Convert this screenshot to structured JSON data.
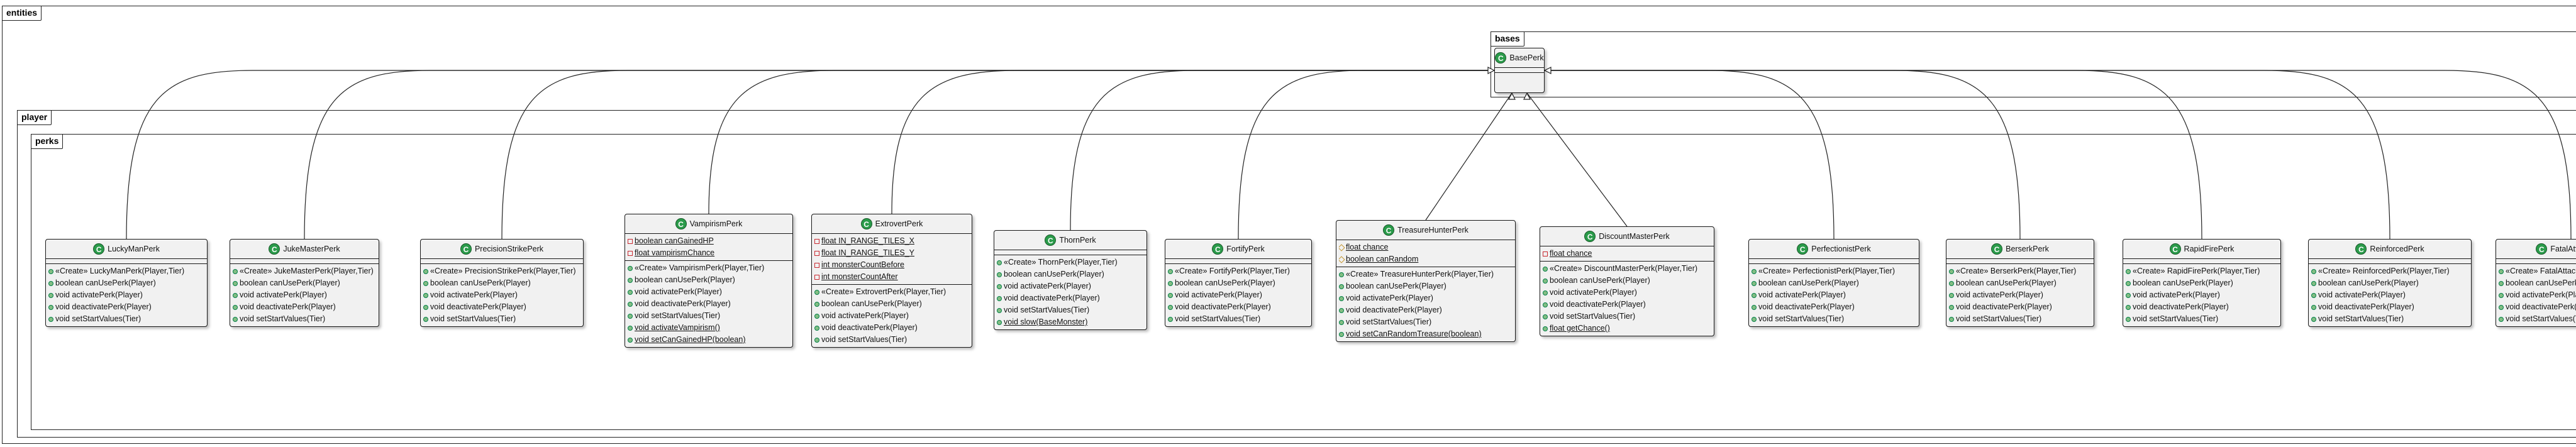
{
  "packages": {
    "entities": "entities",
    "bases": "bases",
    "player": "player",
    "perks": "perks"
  },
  "base_class": {
    "name": "BasePerk",
    "icon": "C"
  },
  "classes": [
    {
      "name": "LuckyManPerk",
      "icon": "C",
      "fields": [],
      "methods": [
        {
          "vis": "public",
          "text": "«Create» LuckyManPerk(Player,Tier)",
          "static": false
        },
        {
          "vis": "public",
          "text": "boolean canUsePerk(Player)",
          "static": false
        },
        {
          "vis": "public",
          "text": "void activatePerk(Player)",
          "static": false
        },
        {
          "vis": "public",
          "text": "void deactivatePerk(Player)",
          "static": false
        },
        {
          "vis": "public",
          "text": "void setStartValues(Tier)",
          "static": false
        }
      ]
    },
    {
      "name": "JukeMasterPerk",
      "icon": "C",
      "fields": [],
      "methods": [
        {
          "vis": "public",
          "text": "«Create» JukeMasterPerk(Player,Tier)",
          "static": false
        },
        {
          "vis": "public",
          "text": "boolean canUsePerk(Player)",
          "static": false
        },
        {
          "vis": "public",
          "text": "void activatePerk(Player)",
          "static": false
        },
        {
          "vis": "public",
          "text": "void deactivatePerk(Player)",
          "static": false
        },
        {
          "vis": "public",
          "text": "void setStartValues(Tier)",
          "static": false
        }
      ]
    },
    {
      "name": "PrecisionStrikePerk",
      "icon": "C",
      "fields": [],
      "methods": [
        {
          "vis": "public",
          "text": "«Create» PrecisionStrikePerk(Player,Tier)",
          "static": false
        },
        {
          "vis": "public",
          "text": "boolean canUsePerk(Player)",
          "static": false
        },
        {
          "vis": "public",
          "text": "void activatePerk(Player)",
          "static": false
        },
        {
          "vis": "public",
          "text": "void deactivatePerk(Player)",
          "static": false
        },
        {
          "vis": "public",
          "text": "void setStartValues(Tier)",
          "static": false
        }
      ]
    },
    {
      "name": "VampirismPerk",
      "icon": "C",
      "fields": [
        {
          "vis": "private",
          "text": "boolean canGainedHP",
          "static": true
        },
        {
          "vis": "private",
          "text": "float vampirismChance",
          "static": true
        }
      ],
      "methods": [
        {
          "vis": "public",
          "text": "«Create» VampirismPerk(Player,Tier)",
          "static": false
        },
        {
          "vis": "public",
          "text": "boolean canUsePerk(Player)",
          "static": false
        },
        {
          "vis": "public",
          "text": "void activatePerk(Player)",
          "static": false
        },
        {
          "vis": "public",
          "text": "void deactivatePerk(Player)",
          "static": false
        },
        {
          "vis": "public",
          "text": "void setStartValues(Tier)",
          "static": false
        },
        {
          "vis": "public",
          "text": "void activateVampirism()",
          "static": true
        },
        {
          "vis": "public",
          "text": "void setCanGainedHP(boolean)",
          "static": true
        }
      ]
    },
    {
      "name": "ExtrovertPerk",
      "icon": "C",
      "fields": [
        {
          "vis": "private",
          "text": "float IN_RANGE_TILES_X",
          "static": true
        },
        {
          "vis": "private",
          "text": "float IN_RANGE_TILES_Y",
          "static": true
        },
        {
          "vis": "private",
          "text": "int monsterCountBefore",
          "static": true
        },
        {
          "vis": "private",
          "text": "int monsterCountAfter",
          "static": true
        }
      ],
      "methods": [
        {
          "vis": "public",
          "text": "«Create» ExtrovertPerk(Player,Tier)",
          "static": false
        },
        {
          "vis": "public",
          "text": "boolean canUsePerk(Player)",
          "static": false
        },
        {
          "vis": "public",
          "text": "void activatePerk(Player)",
          "static": false
        },
        {
          "vis": "public",
          "text": "void deactivatePerk(Player)",
          "static": false
        },
        {
          "vis": "public",
          "text": "void setStartValues(Tier)",
          "static": false
        }
      ]
    },
    {
      "name": "ThornPerk",
      "icon": "C",
      "fields": [],
      "methods": [
        {
          "vis": "public",
          "text": "«Create» ThornPerk(Player,Tier)",
          "static": false
        },
        {
          "vis": "public",
          "text": "boolean canUsePerk(Player)",
          "static": false
        },
        {
          "vis": "public",
          "text": "void activatePerk(Player)",
          "static": false
        },
        {
          "vis": "public",
          "text": "void deactivatePerk(Player)",
          "static": false
        },
        {
          "vis": "public",
          "text": "void setStartValues(Tier)",
          "static": false
        },
        {
          "vis": "public",
          "text": "void slow(BaseMonster)",
          "static": true
        }
      ]
    },
    {
      "name": "FortifyPerk",
      "icon": "C",
      "fields": [],
      "methods": [
        {
          "vis": "public",
          "text": "«Create» FortifyPerk(Player,Tier)",
          "static": false
        },
        {
          "vis": "public",
          "text": "boolean canUsePerk(Player)",
          "static": false
        },
        {
          "vis": "public",
          "text": "void activatePerk(Player)",
          "static": false
        },
        {
          "vis": "public",
          "text": "void deactivatePerk(Player)",
          "static": false
        },
        {
          "vis": "public",
          "text": "void setStartValues(Tier)",
          "static": false
        }
      ]
    },
    {
      "name": "TreasureHunterPerk",
      "icon": "C",
      "fields": [
        {
          "vis": "protected",
          "text": "float chance",
          "static": true
        },
        {
          "vis": "protected",
          "text": "boolean canRandom",
          "static": true
        }
      ],
      "methods": [
        {
          "vis": "public",
          "text": "«Create» TreasureHunterPerk(Player,Tier)",
          "static": false
        },
        {
          "vis": "public",
          "text": "boolean canUsePerk(Player)",
          "static": false
        },
        {
          "vis": "public",
          "text": "void activatePerk(Player)",
          "static": false
        },
        {
          "vis": "public",
          "text": "void deactivatePerk(Player)",
          "static": false
        },
        {
          "vis": "public",
          "text": "void setStartValues(Tier)",
          "static": false
        },
        {
          "vis": "public",
          "text": "void setCanRandomTreasure(boolean)",
          "static": true
        }
      ]
    },
    {
      "name": "DiscountMasterPerk",
      "icon": "C",
      "fields": [
        {
          "vis": "private",
          "text": "float chance",
          "static": true
        }
      ],
      "methods": [
        {
          "vis": "public",
          "text": "«Create» DiscountMasterPerk(Player,Tier)",
          "static": false
        },
        {
          "vis": "public",
          "text": "boolean canUsePerk(Player)",
          "static": false
        },
        {
          "vis": "public",
          "text": "void activatePerk(Player)",
          "static": false
        },
        {
          "vis": "public",
          "text": "void deactivatePerk(Player)",
          "static": false
        },
        {
          "vis": "public",
          "text": "void setStartValues(Tier)",
          "static": false
        },
        {
          "vis": "public",
          "text": "float getChance()",
          "static": true
        }
      ]
    },
    {
      "name": "PerfectionistPerk",
      "icon": "C",
      "fields": [],
      "methods": [
        {
          "vis": "public",
          "text": "«Create» PerfectionistPerk(Player,Tier)",
          "static": false
        },
        {
          "vis": "public",
          "text": "boolean canUsePerk(Player)",
          "static": false
        },
        {
          "vis": "public",
          "text": "void activatePerk(Player)",
          "static": false
        },
        {
          "vis": "public",
          "text": "void deactivatePerk(Player)",
          "static": false
        },
        {
          "vis": "public",
          "text": "void setStartValues(Tier)",
          "static": false
        }
      ]
    },
    {
      "name": "BerserkPerk",
      "icon": "C",
      "fields": [],
      "methods": [
        {
          "vis": "public",
          "text": "«Create» BerserkPerk(Player,Tier)",
          "static": false
        },
        {
          "vis": "public",
          "text": "boolean canUsePerk(Player)",
          "static": false
        },
        {
          "vis": "public",
          "text": "void activatePerk(Player)",
          "static": false
        },
        {
          "vis": "public",
          "text": "void deactivatePerk(Player)",
          "static": false
        },
        {
          "vis": "public",
          "text": "void setStartValues(Tier)",
          "static": false
        }
      ]
    },
    {
      "name": "RapidFirePerk",
      "icon": "C",
      "fields": [],
      "methods": [
        {
          "vis": "public",
          "text": "«Create» RapidFirePerk(Player,Tier)",
          "static": false
        },
        {
          "vis": "public",
          "text": "boolean canUsePerk(Player)",
          "static": false
        },
        {
          "vis": "public",
          "text": "void activatePerk(Player)",
          "static": false
        },
        {
          "vis": "public",
          "text": "void deactivatePerk(Player)",
          "static": false
        },
        {
          "vis": "public",
          "text": "void setStartValues(Tier)",
          "static": false
        }
      ]
    },
    {
      "name": "ReinforcedPerk",
      "icon": "C",
      "fields": [],
      "methods": [
        {
          "vis": "public",
          "text": "«Create» ReinforcedPerk(Player,Tier)",
          "static": false
        },
        {
          "vis": "public",
          "text": "boolean canUsePerk(Player)",
          "static": false
        },
        {
          "vis": "public",
          "text": "void activatePerk(Player)",
          "static": false
        },
        {
          "vis": "public",
          "text": "void deactivatePerk(Player)",
          "static": false
        },
        {
          "vis": "public",
          "text": "void setStartValues(Tier)",
          "static": false
        }
      ]
    },
    {
      "name": "FatalAttackPerk",
      "icon": "C",
      "fields": [],
      "methods": [
        {
          "vis": "public",
          "text": "«Create» FatalAttackPerk(Player,Tier)",
          "static": false
        },
        {
          "vis": "public",
          "text": "boolean canUsePerk(Player)",
          "static": false
        },
        {
          "vis": "public",
          "text": "void activatePerk(Player)",
          "static": false
        },
        {
          "vis": "public",
          "text": "void deactivatePerk(Player)",
          "static": false
        },
        {
          "vis": "public",
          "text": "void setStartValues(Tier)",
          "static": false
        }
      ]
    }
  ],
  "colors": {
    "class_fill": "#f1f1f1",
    "class_icon": "#2a9b4a",
    "public_marker": "#84be84",
    "private_marker": "#c82930",
    "protected_marker": "#c4942c"
  }
}
